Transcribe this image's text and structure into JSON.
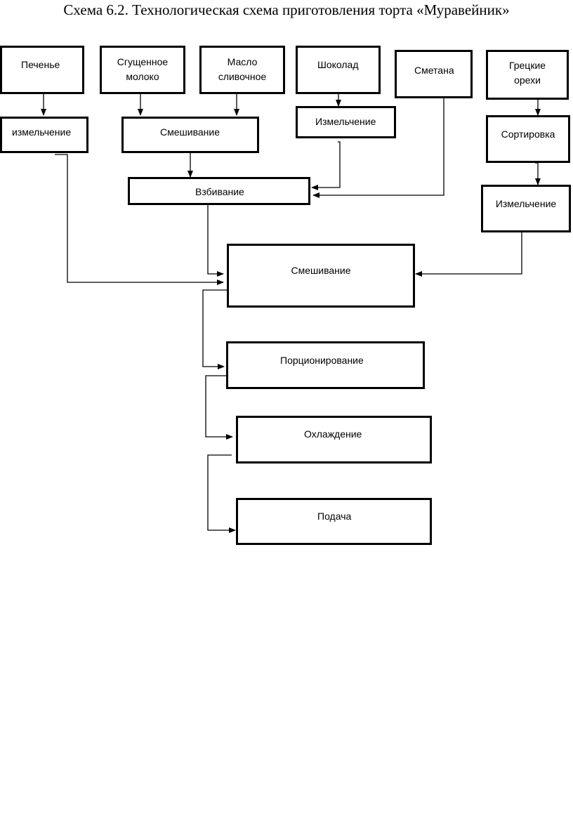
{
  "title": "Схема 6.2. Технологическая схема приготовления торта «Муравейник»",
  "nodes": {
    "pechenye": "Печенье",
    "sgushch_moloko": "Сгущенное\nмолоко",
    "maslo": "Масло\nсливочное",
    "shokolad": "Шоколад",
    "smetana": "Сметана",
    "orekhi": "Грецкие\nорехи",
    "izmelchenie_pechenye": "измельчение",
    "smeshivanie_1": "Смешивание",
    "izmelchenie_shokolad": "Измельчение",
    "sortirovka": "Сортировка",
    "vzbivanie": "Взбивание",
    "izmelchenie_orekhi": "Измельчение",
    "smeshivanie_2": "Смешивание",
    "porcionirovanie": "Порционирование",
    "okhlazhdenie": "Охлаждение",
    "podacha": "Подача"
  },
  "edges": [
    [
      "pechenye",
      "izmelchenie_pechenye"
    ],
    [
      "sgushch_moloko",
      "smeshivanie_1"
    ],
    [
      "maslo",
      "smeshivanie_1"
    ],
    [
      "shokolad",
      "izmelchenie_shokolad"
    ],
    [
      "orekhi",
      "sortirovka"
    ],
    [
      "sortirovka",
      "izmelchenie_orekhi"
    ],
    [
      "smeshivanie_1",
      "vzbivanie"
    ],
    [
      "izmelchenie_shokolad",
      "vzbivanie"
    ],
    [
      "smetana",
      "vzbivanie"
    ],
    [
      "vzbivanie",
      "smeshivanie_2"
    ],
    [
      "izmelchenie_pechenye",
      "smeshivanie_2"
    ],
    [
      "izmelchenie_orekhi",
      "smeshivanie_2"
    ],
    [
      "smeshivanie_2",
      "porcionirovanie"
    ],
    [
      "porcionirovanie",
      "okhlazhdenie"
    ],
    [
      "okhlazhdenie",
      "podacha"
    ]
  ]
}
